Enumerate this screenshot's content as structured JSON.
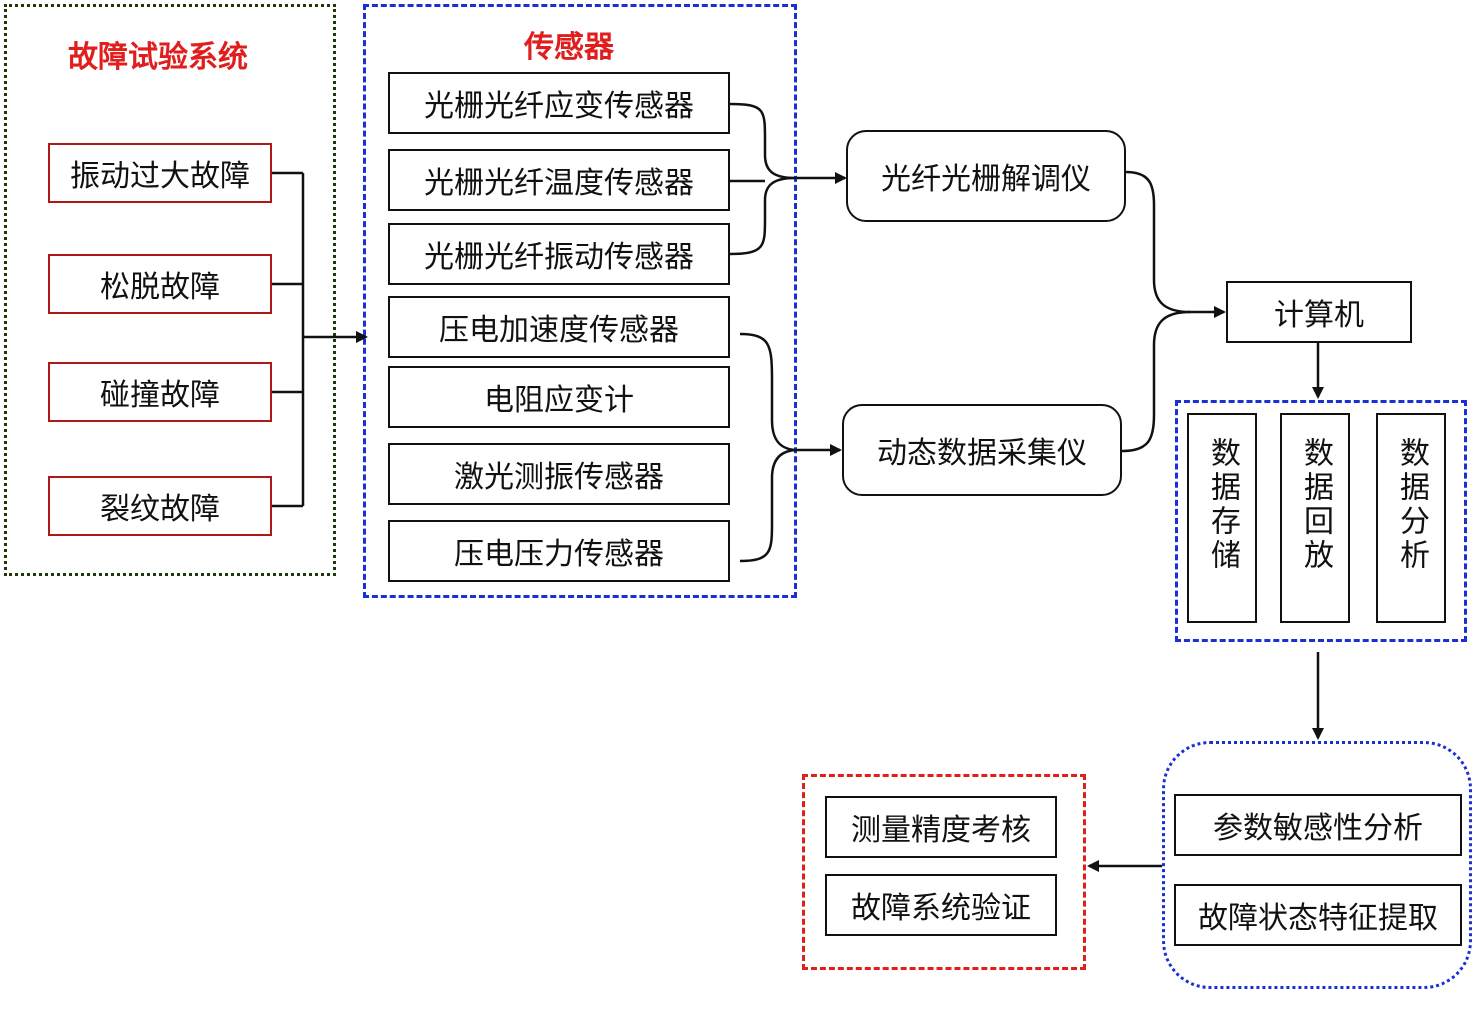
{
  "fault_system": {
    "title": "故障试验系统",
    "items": [
      "振动过大故障",
      "松脱故障",
      "碰撞故障",
      "裂纹故障"
    ]
  },
  "sensors": {
    "title": "传感器",
    "items": [
      "光栅光纤应变传感器",
      "光栅光纤温度传感器",
      "光栅光纤振动传感器",
      "压电加速度传感器",
      "电阻应变计",
      "激光测振传感器",
      "压电压力传感器"
    ]
  },
  "acquisition": {
    "fbg_demodulator": "光纤光栅解调仪",
    "dynamic_acquisition": "动态数据采集仪"
  },
  "computer": "计算机",
  "data_processing": [
    "数据存储",
    "数据回放",
    "数据分析"
  ],
  "analysis": [
    "参数敏感性分析",
    "故障状态特征提取"
  ],
  "verification": [
    "测量精度考核",
    "故障系统验证"
  ],
  "colors": {
    "fault_border": "#1f3a0a",
    "sensor_border": "#1a2fd6",
    "verify_border": "#e01e1e",
    "title_red": "#e01e1e",
    "fault_box_border": "#b01818"
  }
}
